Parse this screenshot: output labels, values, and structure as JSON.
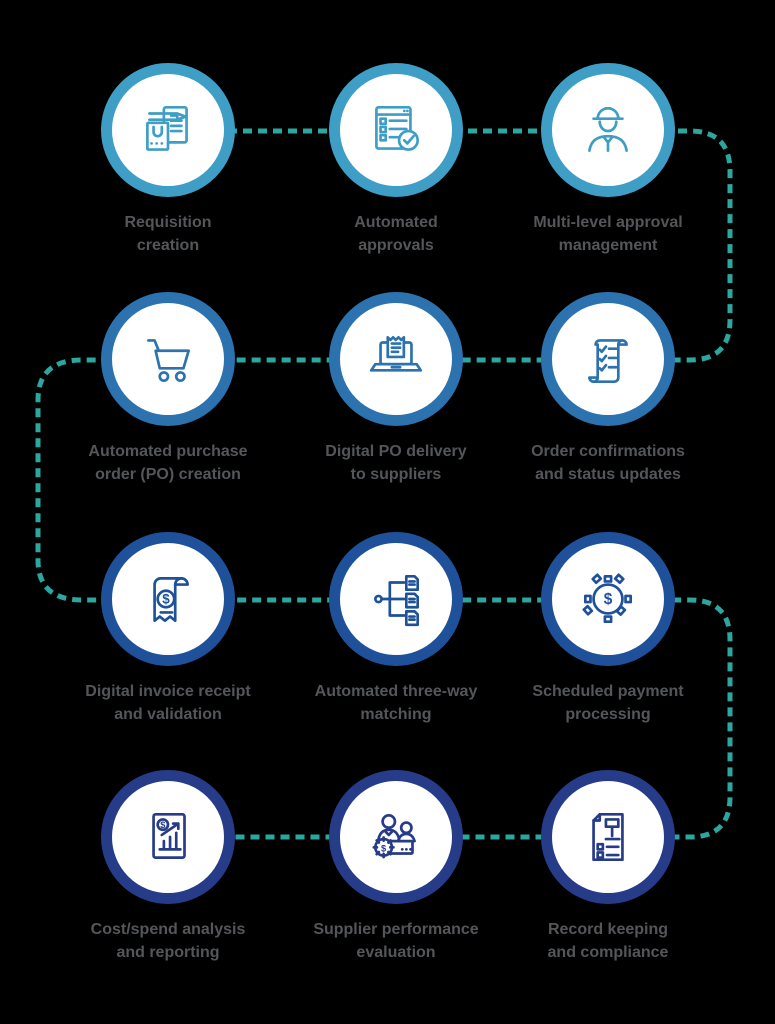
{
  "background_color": "#000000",
  "text_color": "#54565A",
  "connector": {
    "color": "#2BA7A0",
    "style": "dashed"
  },
  "ring_colors": {
    "row1": "#3E9EC6",
    "row2": "#2C72AE",
    "row3": "#1F519B",
    "row4": "#273C88"
  },
  "steps": [
    {
      "line1": "Requisition",
      "line2": "creation",
      "icon": "requisition-icon",
      "color": "#3E9EC6"
    },
    {
      "line1": "Automated",
      "line2": "approvals",
      "icon": "approval-form-icon",
      "color": "#3E9EC6"
    },
    {
      "line1": "Multi-level approval",
      "line2": "management",
      "icon": "engineer-icon",
      "color": "#3E9EC6"
    },
    {
      "line1": "Automated purchase",
      "line2": "order (PO) creation",
      "icon": "shopping-cart-icon",
      "color": "#2C72AE"
    },
    {
      "line1": "Digital PO delivery",
      "line2": "to suppliers",
      "icon": "laptop-receipt-icon",
      "color": "#2C72AE"
    },
    {
      "line1": "Order confirmations",
      "line2": "and status updates",
      "icon": "checklist-scroll-icon",
      "color": "#2C72AE"
    },
    {
      "line1": "Digital invoice receipt",
      "line2": "and validation",
      "icon": "invoice-dollar-icon",
      "color": "#1F519B"
    },
    {
      "line1": "Automated three-way",
      "line2": "matching",
      "icon": "document-matching-icon",
      "color": "#1F519B"
    },
    {
      "line1": "Scheduled payment",
      "line2": "processing",
      "icon": "payment-gear-icon",
      "color": "#1F519B"
    },
    {
      "line1": "Cost/spend analysis",
      "line2": "and reporting",
      "icon": "spend-report-icon",
      "color": "#273C88"
    },
    {
      "line1": "Supplier performance",
      "line2": "evaluation",
      "icon": "supplier-team-icon",
      "color": "#273C88"
    },
    {
      "line1": "Record keeping",
      "line2": "and compliance",
      "icon": "compliance-gavel-icon",
      "color": "#273C88"
    }
  ]
}
